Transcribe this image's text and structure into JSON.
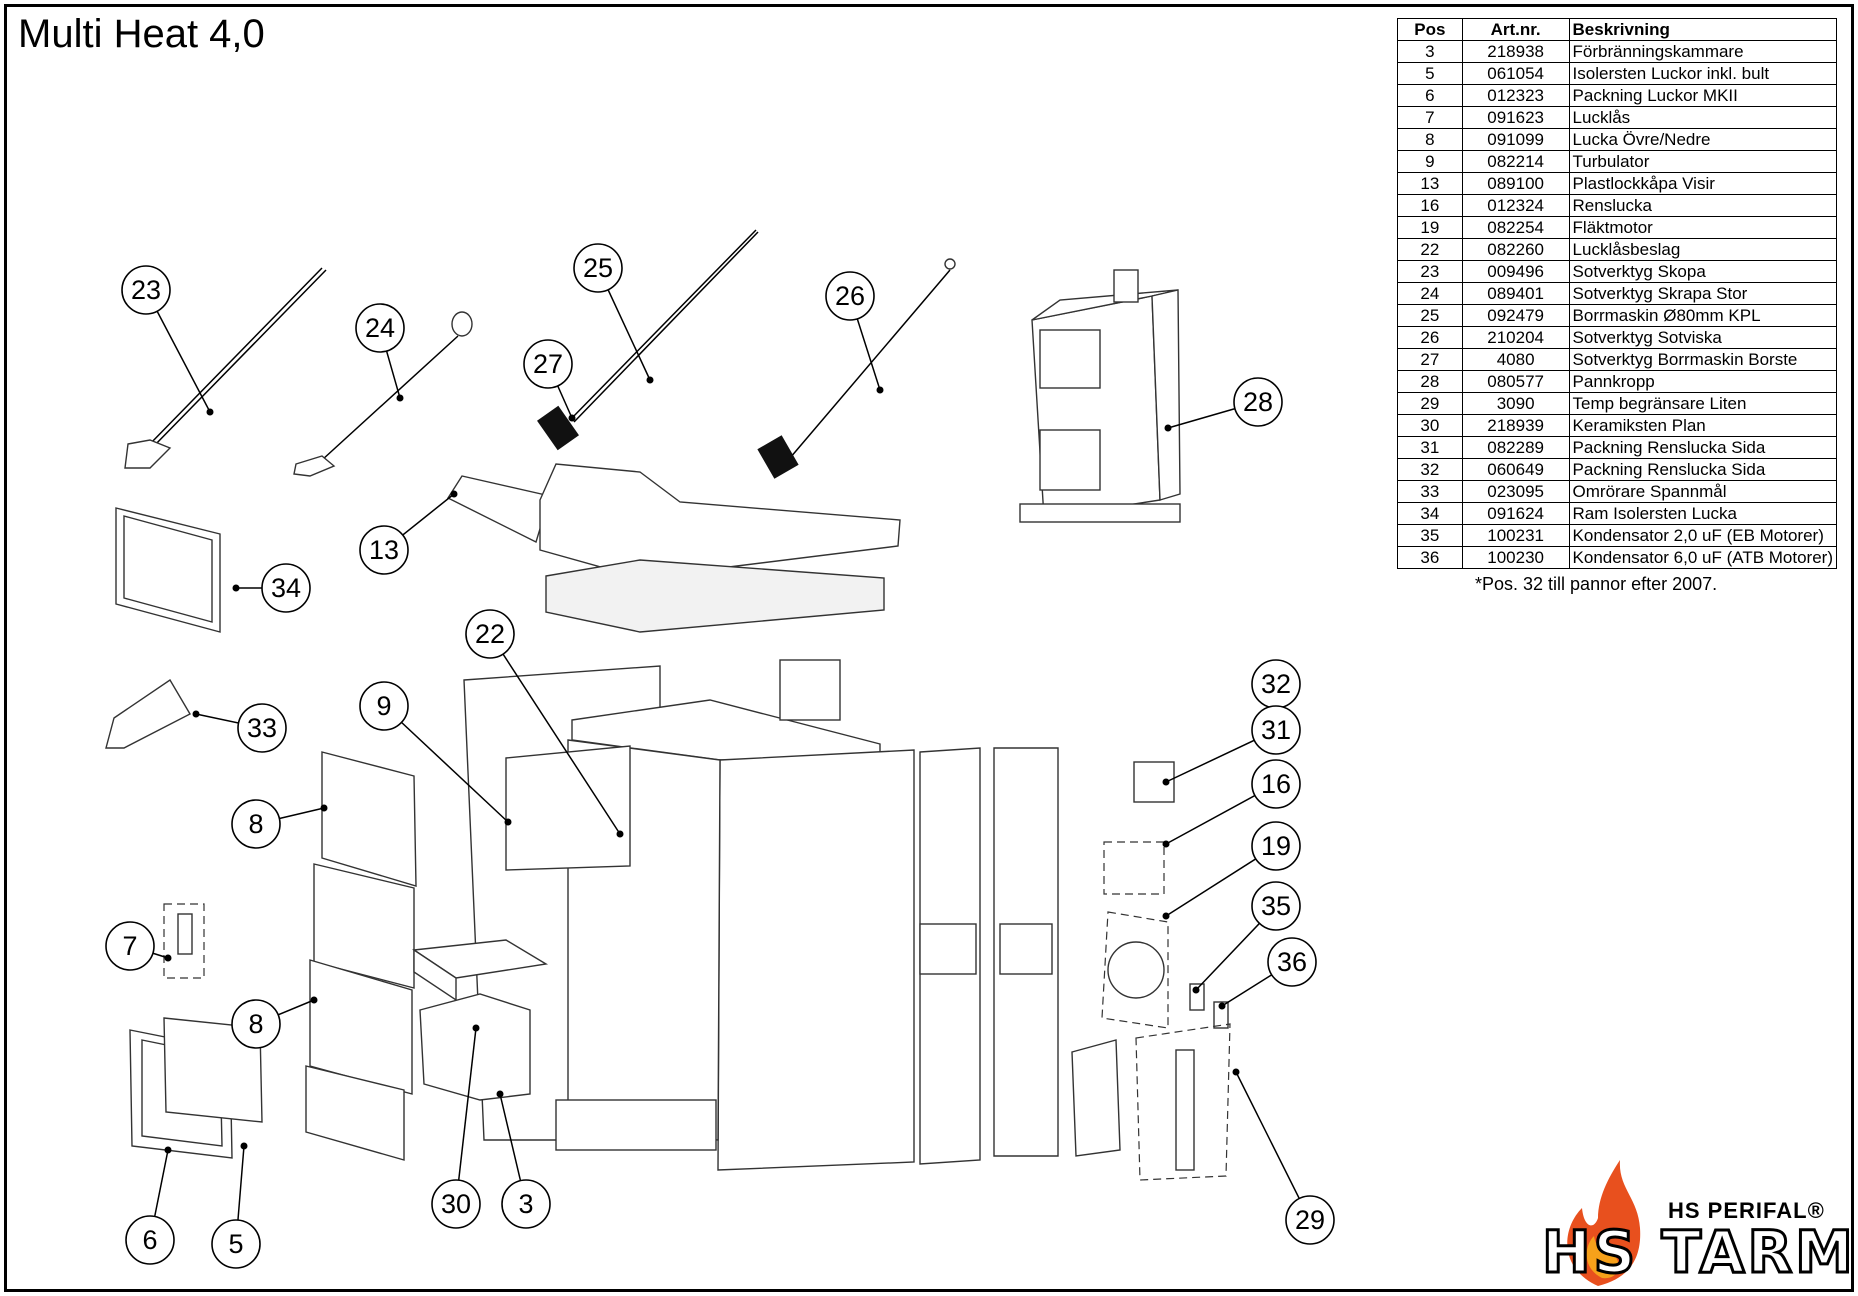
{
  "title": "Multi Heat 4,0",
  "table": {
    "headers": [
      "Pos",
      "Art.nr.",
      "Beskrivning"
    ],
    "rows": [
      [
        "3",
        "218938",
        "Förbränningskammare"
      ],
      [
        "5",
        "061054",
        "Isolersten Luckor inkl. bult"
      ],
      [
        "6",
        "012323",
        "Packning Luckor MKII"
      ],
      [
        "7",
        "091623",
        "Lucklås"
      ],
      [
        "8",
        "091099",
        "Lucka Övre/Nedre"
      ],
      [
        "9",
        "082214",
        "Turbulator"
      ],
      [
        "13",
        "089100",
        "Plastlockkåpa Visir"
      ],
      [
        "16",
        "012324",
        "Renslucka"
      ],
      [
        "19",
        "082254",
        "Fläktmotor"
      ],
      [
        "22",
        "082260",
        "Lucklåsbeslag"
      ],
      [
        "23",
        "009496",
        "Sotverktyg Skopa"
      ],
      [
        "24",
        "089401",
        "Sotverktyg Skrapa Stor"
      ],
      [
        "25",
        "092479",
        "Borrmaskin Ø80mm KPL"
      ],
      [
        "26",
        "210204",
        "Sotverktyg Sotviska"
      ],
      [
        "27",
        "4080",
        "Sotverktyg Borrmaskin Borste"
      ],
      [
        "28",
        "080577",
        "Pannkropp"
      ],
      [
        "29",
        "3090",
        "Temp begränsare Liten"
      ],
      [
        "30",
        "218939",
        "Keramiksten Plan"
      ],
      [
        "31",
        "082289",
        "Packning Renslucka Sida"
      ],
      [
        "32",
        "060649",
        "Packning Renslucka Sida"
      ],
      [
        "33",
        "023095",
        "Omrörare Spannmål"
      ],
      [
        "34",
        "091624",
        "Ram Isolersten Lucka"
      ],
      [
        "35",
        "100231",
        "Kondensator 2,0 uF (EB Motorer)"
      ],
      [
        "36",
        "100230",
        "Kondensator 6,0 uF (ATB Motorer)"
      ]
    ]
  },
  "footnote": "*Pos. 32 till pannor efter 2007.",
  "callouts": [
    "23",
    "24",
    "25",
    "27",
    "26",
    "28",
    "13",
    "34",
    "22",
    "9",
    "33",
    "8",
    "7",
    "8",
    "6",
    "5",
    "30",
    "3",
    "32",
    "31",
    "16",
    "19",
    "35",
    "36",
    "29"
  ],
  "logo": {
    "sub": "HS PERIFAL®",
    "main": "HS TARM",
    "flame_color": "#e8501e",
    "flame_inner_color": "#f7a11a"
  }
}
